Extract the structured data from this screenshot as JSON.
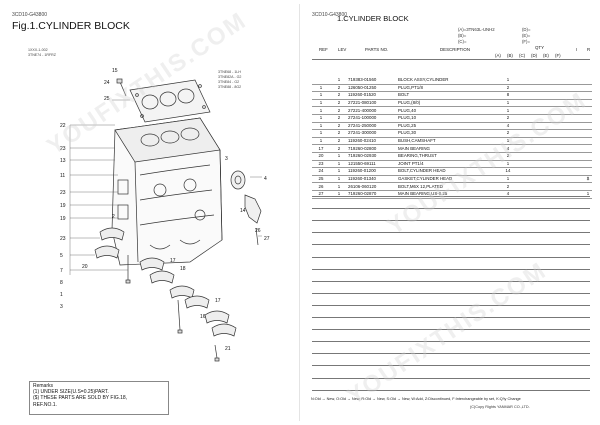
{
  "left": {
    "code": "3CD10-G43800",
    "title": "Fig.1.CYLINDER BLOCK",
    "small_code_1": "1XXX-1-002",
    "small_code_2": "3TNE74 - 1RFRZ",
    "side_codes": [
      "3TNE68 - 1LH",
      "3TNE82A - G2",
      "3TNE84 - G2",
      "3TNE88 - 8G2"
    ],
    "remarks": {
      "title": "Remarks",
      "lines": [
        "(1) UNDER SIZE(U.S=0.25)PART.",
        "($) THESE PARTS ARE SOLD BY FIG.18,",
        "REF.NO.1."
      ]
    },
    "callouts": [
      "24",
      "25",
      "15",
      "22",
      "23",
      "13",
      "11",
      "23",
      "19",
      "19",
      "23",
      "5",
      "7",
      "8",
      "1",
      "3",
      "2",
      "3",
      "4",
      "14",
      "26",
      "27",
      "20",
      "17",
      "18",
      "17",
      "16",
      "21"
    ]
  },
  "right": {
    "code": "3CD10-G43800",
    "title": "1.CYLINDER BLOCK",
    "options_col1": [
      "(A)=3TN63L-UNH2",
      "(B)=",
      "(C)="
    ],
    "options_col2": [
      "(D)=",
      "(E)=",
      "(F)="
    ],
    "headers": {
      "ref": "REF",
      "lev": "LEV",
      "parts_no": "PARTS NO.",
      "description": "DESCRIPTION",
      "qty": "QTY",
      "i": "I",
      "r": "R"
    },
    "qty_columns": [
      "(A)",
      "(B)",
      "(C)",
      "(D)",
      "(E)",
      "(F)"
    ],
    "rows": [
      {
        "ref": "",
        "lev": "1",
        "parts_no": "719383-01560",
        "description": "BLOCK ASSY,CYLINDER",
        "qty_a": "1",
        "r": ""
      },
      {
        "ref": "1",
        "lev": "2",
        "parts_no": "126050-01250",
        "description": "PLUG,PT1/8",
        "qty_a": "2",
        "r": ""
      },
      {
        "ref": "1",
        "lev": "2",
        "parts_no": "119260-01520",
        "description": "BOLT",
        "qty_a": "8",
        "r": ""
      },
      {
        "ref": "1",
        "lev": "2",
        "parts_no": "27221-080100",
        "description": "PLUG,(8/0)",
        "qty_a": "1",
        "r": ""
      },
      {
        "ref": "1",
        "lev": "2",
        "parts_no": "27221-400000",
        "description": "PLUG,40",
        "qty_a": "1",
        "r": ""
      },
      {
        "ref": "1",
        "lev": "2",
        "parts_no": "27241-100000",
        "description": "PLUG,10",
        "qty_a": "2",
        "r": ""
      },
      {
        "ref": "1",
        "lev": "2",
        "parts_no": "27241-250000",
        "description": "PLUG,25",
        "qty_a": "4",
        "r": ""
      },
      {
        "ref": "1",
        "lev": "2",
        "parts_no": "27241-300000",
        "description": "PLUG,30",
        "qty_a": "2",
        "r": ""
      },
      {
        "ref": "1",
        "lev": "2",
        "parts_no": "119260-02410",
        "description": "BUSH,CAMSHAFT",
        "qty_a": "1",
        "r": ""
      },
      {
        "ref": "17",
        "lev": "2",
        "parts_no": "719260-02800",
        "description": "MAIN BEARING",
        "qty_a": "4",
        "r": ""
      },
      {
        "ref": "20",
        "lev": "1",
        "parts_no": "719260-02930",
        "description": "BEARING,THRUST",
        "qty_a": "2",
        "r": ""
      },
      {
        "ref": "23",
        "lev": "1",
        "parts_no": "121550-69111",
        "description": "JOINT PT1/4",
        "qty_a": "1",
        "r": ""
      },
      {
        "ref": "24",
        "lev": "1",
        "parts_no": "119260-01200",
        "description": "BOLT,CYLINDER HEAD",
        "qty_a": "14",
        "r": ""
      },
      {
        "ref": "25",
        "lev": "1",
        "parts_no": "119260-01340",
        "description": "GASKET,CYLINDER HEAD",
        "qty_a": "1",
        "r": "$"
      },
      {
        "ref": "26",
        "lev": "1",
        "parts_no": "26106-060120",
        "description": "BOLT,M6X 12,PLATED",
        "qty_a": "2",
        "r": ""
      },
      {
        "ref": "27",
        "lev": "1",
        "parts_no": "719260-02870",
        "description": "MAIN BEARING,US-0.25",
        "qty_a": "4",
        "r": "1"
      }
    ],
    "legend": "N:Old → New, O:Old → New, R:Old → New, S:Old → New, W:Add, Z:Discontinued, F:Interchangeable by set, K:Q'ty Change",
    "copyright": "(C)Copy Rights YANMAR CO.,LTD."
  },
  "watermark": "YOUFIXTHIS.COM"
}
